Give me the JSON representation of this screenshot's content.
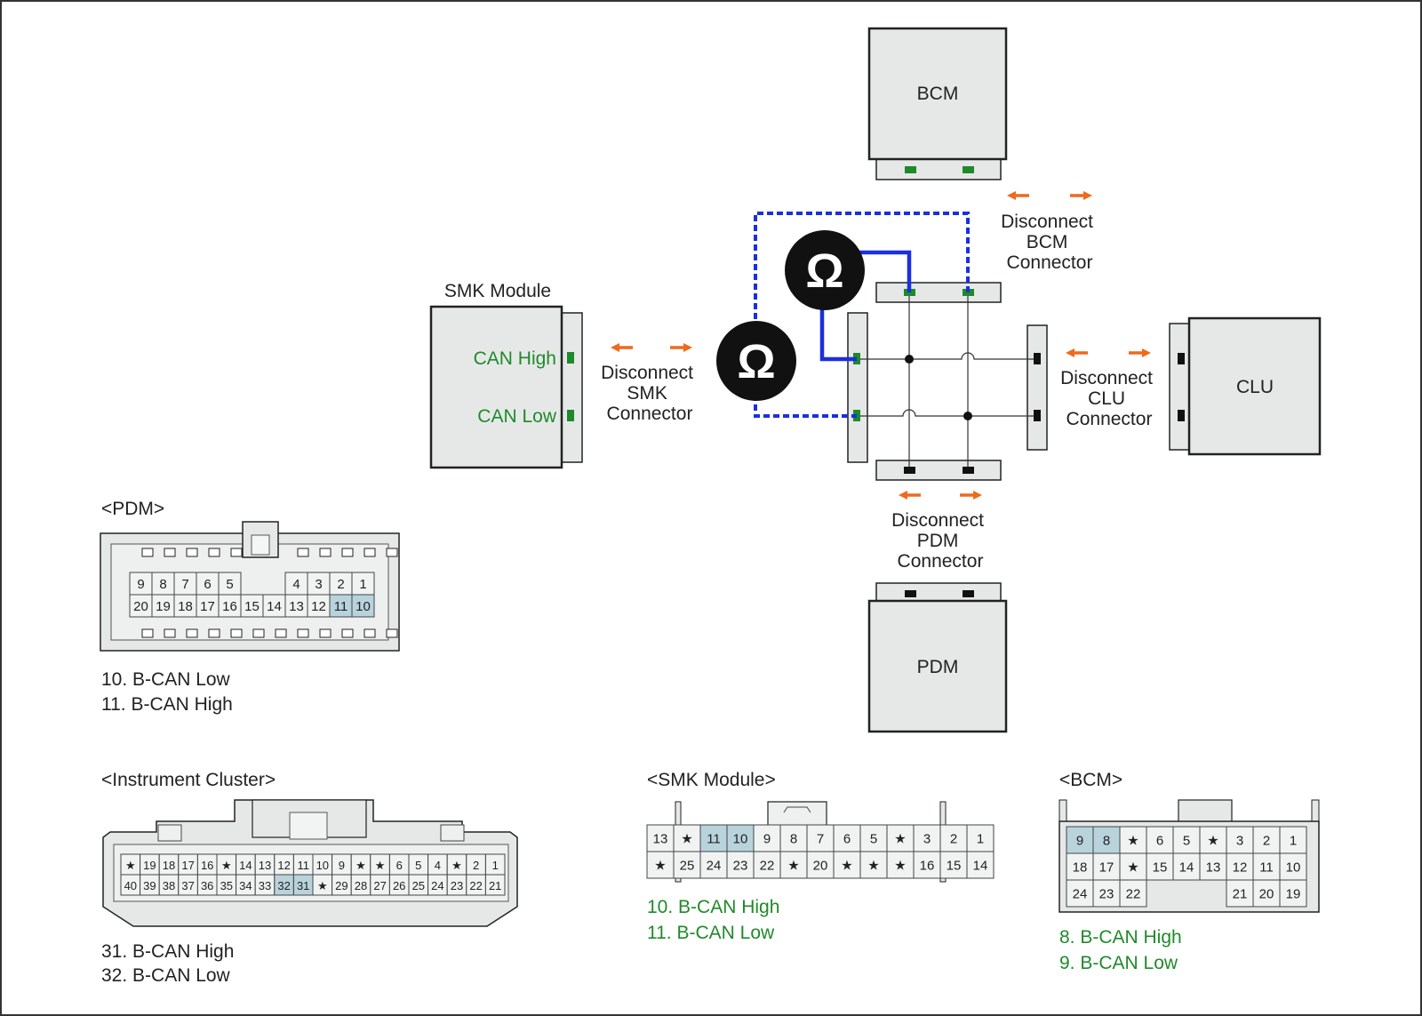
{
  "colors": {
    "module_fill": "#e6e8e8",
    "connector_fill": "#e6e8e8",
    "outline": "#222222",
    "pin_green": "#1e8a2a",
    "pin_black": "#111111",
    "wire_blue": "#1a2fe0",
    "arrow_orange": "#ee6a1d",
    "pin_highlight": "#b9d3dc",
    "pin_cell": "#f1f3f3",
    "label_green": "#1f8a2a"
  },
  "modules": {
    "bcm": "BCM",
    "clu": "CLU",
    "pdm": "PDM",
    "smk_title": "SMK Module",
    "smk_can_high": "CAN High",
    "smk_can_low": "CAN Low"
  },
  "disconnect_labels": {
    "bcm": [
      "Disconnect",
      "BCM",
      "Connector"
    ],
    "smk": [
      "Disconnect",
      "SMK",
      "Connector"
    ],
    "clu": [
      "Disconnect",
      "CLU",
      "Connector"
    ],
    "pdm": [
      "Disconnect",
      "PDM",
      "Connector"
    ]
  },
  "meters": {
    "symbol": "Ω",
    "count": 2
  },
  "pdm_connector": {
    "title": "<PDM>",
    "row1": [
      "9",
      "8",
      "7",
      "6",
      "5",
      "",
      "",
      "4",
      "3",
      "2",
      "1"
    ],
    "row2": [
      "20",
      "19",
      "18",
      "17",
      "16",
      "15",
      "14",
      "13",
      "12",
      "11",
      "10"
    ],
    "highlight": [
      "11",
      "10"
    ],
    "legend": [
      "10. B-CAN Low",
      "11. B-CAN High"
    ]
  },
  "cluster_connector": {
    "title": "<Instrument Cluster>",
    "row1": [
      "★",
      "19",
      "18",
      "17",
      "16",
      "★",
      "14",
      "13",
      "12",
      "11",
      "10",
      "9",
      "★",
      "★",
      "6",
      "5",
      "4",
      "★",
      "2",
      "1"
    ],
    "row2": [
      "40",
      "39",
      "38",
      "37",
      "36",
      "35",
      "34",
      "33",
      "32",
      "31",
      "★",
      "29",
      "28",
      "27",
      "26",
      "25",
      "24",
      "23",
      "22",
      "21"
    ],
    "highlight": [
      "32",
      "31"
    ],
    "legend": [
      "31. B-CAN High",
      "32. B-CAN Low"
    ]
  },
  "smk_connector": {
    "title": "<SMK Module>",
    "row1": [
      "13",
      "★",
      "11",
      "10",
      "9",
      "8",
      "7",
      "6",
      "5",
      "★",
      "3",
      "2",
      "1"
    ],
    "row2": [
      "★",
      "25",
      "24",
      "23",
      "22",
      "★",
      "20",
      "★",
      "★",
      "★",
      "16",
      "15",
      "14"
    ],
    "highlight": [
      "11",
      "10"
    ],
    "legend": [
      "10. B-CAN High",
      "11. B-CAN Low"
    ]
  },
  "bcm_connector": {
    "title": "<BCM>",
    "row1": [
      "9",
      "8",
      "★",
      "6",
      "5",
      "★",
      "3",
      "2",
      "1"
    ],
    "row2": [
      "18",
      "17",
      "★",
      "15",
      "14",
      "13",
      "12",
      "11",
      "10"
    ],
    "row3": [
      "24",
      "23",
      "22",
      "",
      "",
      "",
      "21",
      "20",
      "19"
    ],
    "highlight": [
      "9",
      "8"
    ],
    "legend": [
      "8. B-CAN High",
      "9. B-CAN Low"
    ]
  }
}
